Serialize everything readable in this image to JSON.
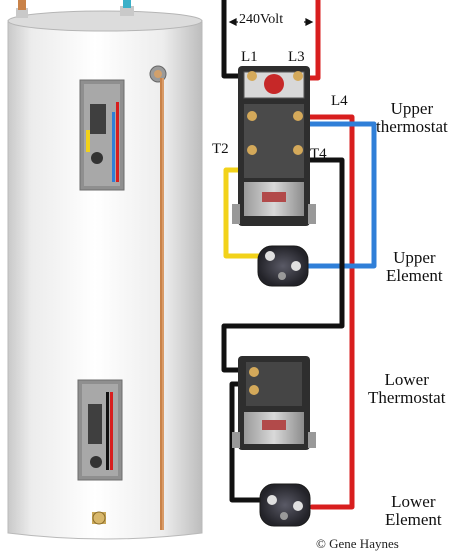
{
  "supply": {
    "voltage": "240Volt"
  },
  "terminals": {
    "l1": "L1",
    "l3": "L3",
    "l4": "L4",
    "t2": "T2",
    "t4": "T4"
  },
  "labels": {
    "upper_thermostat": [
      "Upper",
      "thermostat"
    ],
    "upper_element": [
      "Upper",
      "Element"
    ],
    "lower_thermostat": [
      "Lower",
      "Thermostat"
    ],
    "lower_element": [
      "Lower",
      "Element"
    ]
  },
  "credit": "© Gene Haynes",
  "colors": {
    "wire_black": "#111111",
    "wire_red": "#d81e1e",
    "wire_blue": "#2f7fd8",
    "wire_yellow": "#f2d21a",
    "pipe_copper": "#c98248",
    "tank_body": "#f3f3f3",
    "thermostat_body": "#3a3a3a"
  }
}
